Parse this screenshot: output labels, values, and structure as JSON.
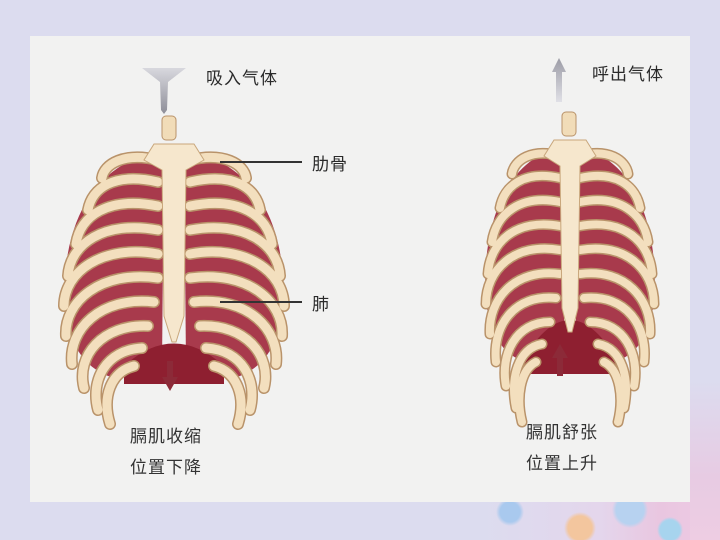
{
  "diagram": {
    "left_panel": {
      "title": "吸入气体",
      "arrow_direction": "down",
      "labels": {
        "rib": "肋骨",
        "lung": "肺"
      },
      "caption": {
        "line1": "膈肌收缩",
        "line2": "位置下降"
      }
    },
    "right_panel": {
      "title": "呼出气体",
      "arrow_direction": "up",
      "caption": {
        "line1": "膈肌舒张",
        "line2": "位置上升"
      }
    },
    "colors": {
      "background": "#dcdcef",
      "slide": "#f2f2f1",
      "bone": "#f3dfbe",
      "bone_outline": "#b9936a",
      "lung": "#a83a4c",
      "diaphragm": "#8e1f30",
      "arrow_gray": "#a7a7ae",
      "arrow_red": "#8c2a38"
    }
  }
}
